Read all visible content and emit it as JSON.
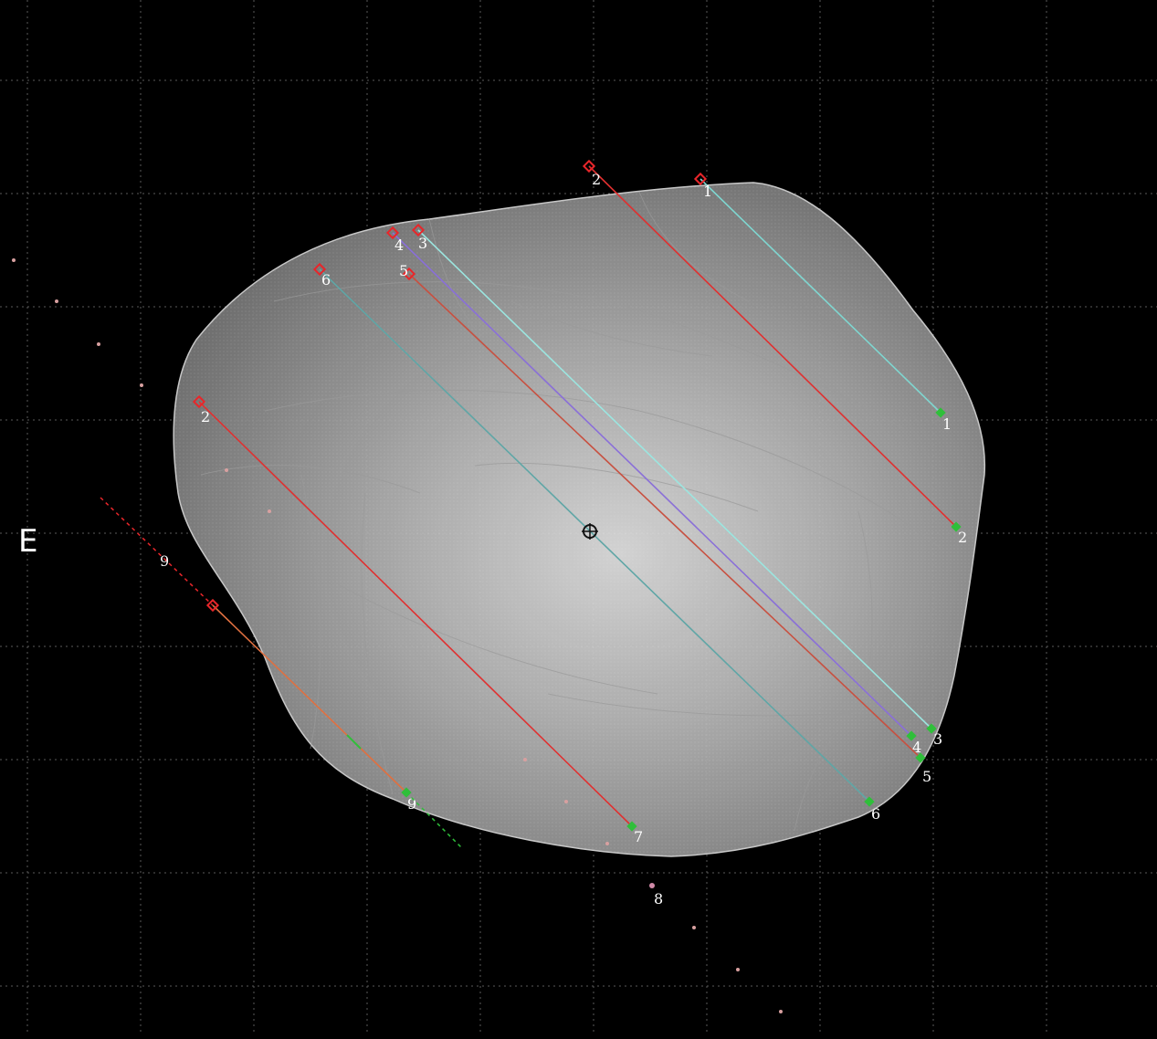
{
  "title": "",
  "direction_labels": {
    "east": "E"
  },
  "colors": {
    "background": "#000000",
    "grid": "#5a5a5a",
    "shape_fill": "#b9b9b9",
    "disappear_marker": "#e8262a",
    "reappear_marker": "#2fbf3a",
    "label_text": "#ffffff"
  },
  "chords": [
    {
      "label": "1",
      "start_label": "1",
      "end_label": "1",
      "color": "#7fd6d0"
    },
    {
      "label": "2",
      "start_label": "2",
      "end_label": "2",
      "color": "#e03030"
    },
    {
      "label": "3",
      "start_label": "3",
      "end_label": "3",
      "color": "#9be6e0"
    },
    {
      "label": "4",
      "start_label": "4",
      "end_label": "4",
      "color": "#8a6fd8"
    },
    {
      "label": "5",
      "start_label": "5",
      "end_label": "5",
      "color": "#c85040"
    },
    {
      "label": "6",
      "start_label": "6",
      "end_label": "6",
      "color": "#5fa6a6"
    },
    {
      "label": "7",
      "start_label": "2",
      "end_label": "7",
      "color": "#e03030"
    },
    {
      "label": "9",
      "start_label": "9",
      "end_label": "9",
      "color": "#e07040"
    }
  ],
  "stray_labels": [
    "8"
  ],
  "center_marker": "crosshair-icon"
}
